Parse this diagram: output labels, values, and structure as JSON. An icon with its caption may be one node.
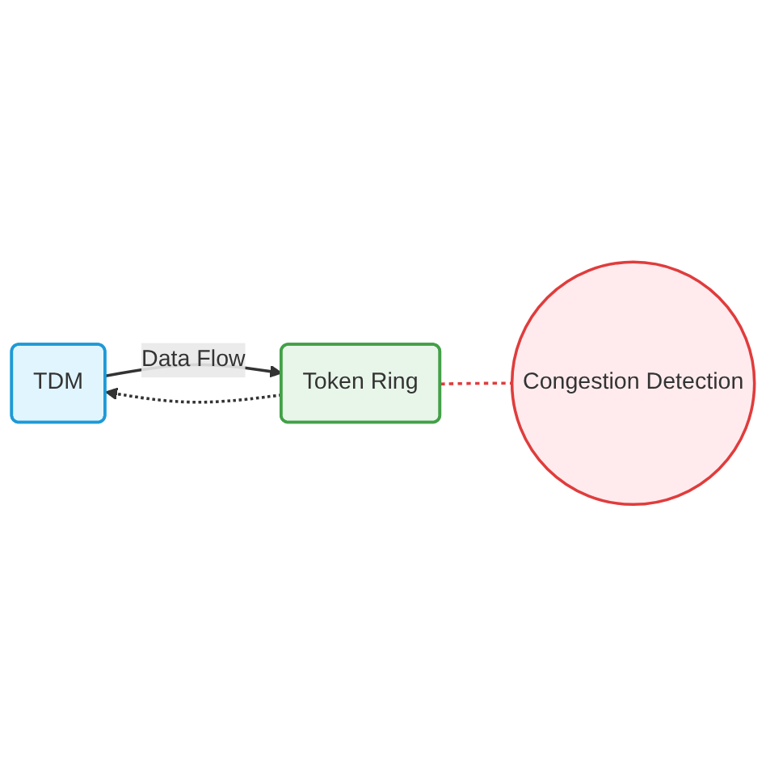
{
  "diagram": {
    "nodes": [
      {
        "text": [
          "TDM"
        ]
      },
      {
        "text": [
          "Token Ring"
        ]
      },
      {
        "text": [
          "Congestion Detection"
        ]
      }
    ],
    "edges": [
      {
        "from": 0,
        "to": 1,
        "arrow": "to",
        "label": "Data Flow"
      },
      {
        "from": 1,
        "to": 0,
        "arrow": "to",
        "style": "dashed"
      },
      {
        "from": 1,
        "to": 2,
        "arrow": "none",
        "style": "dashed",
        "color": "#e03c3c"
      }
    ]
  }
}
